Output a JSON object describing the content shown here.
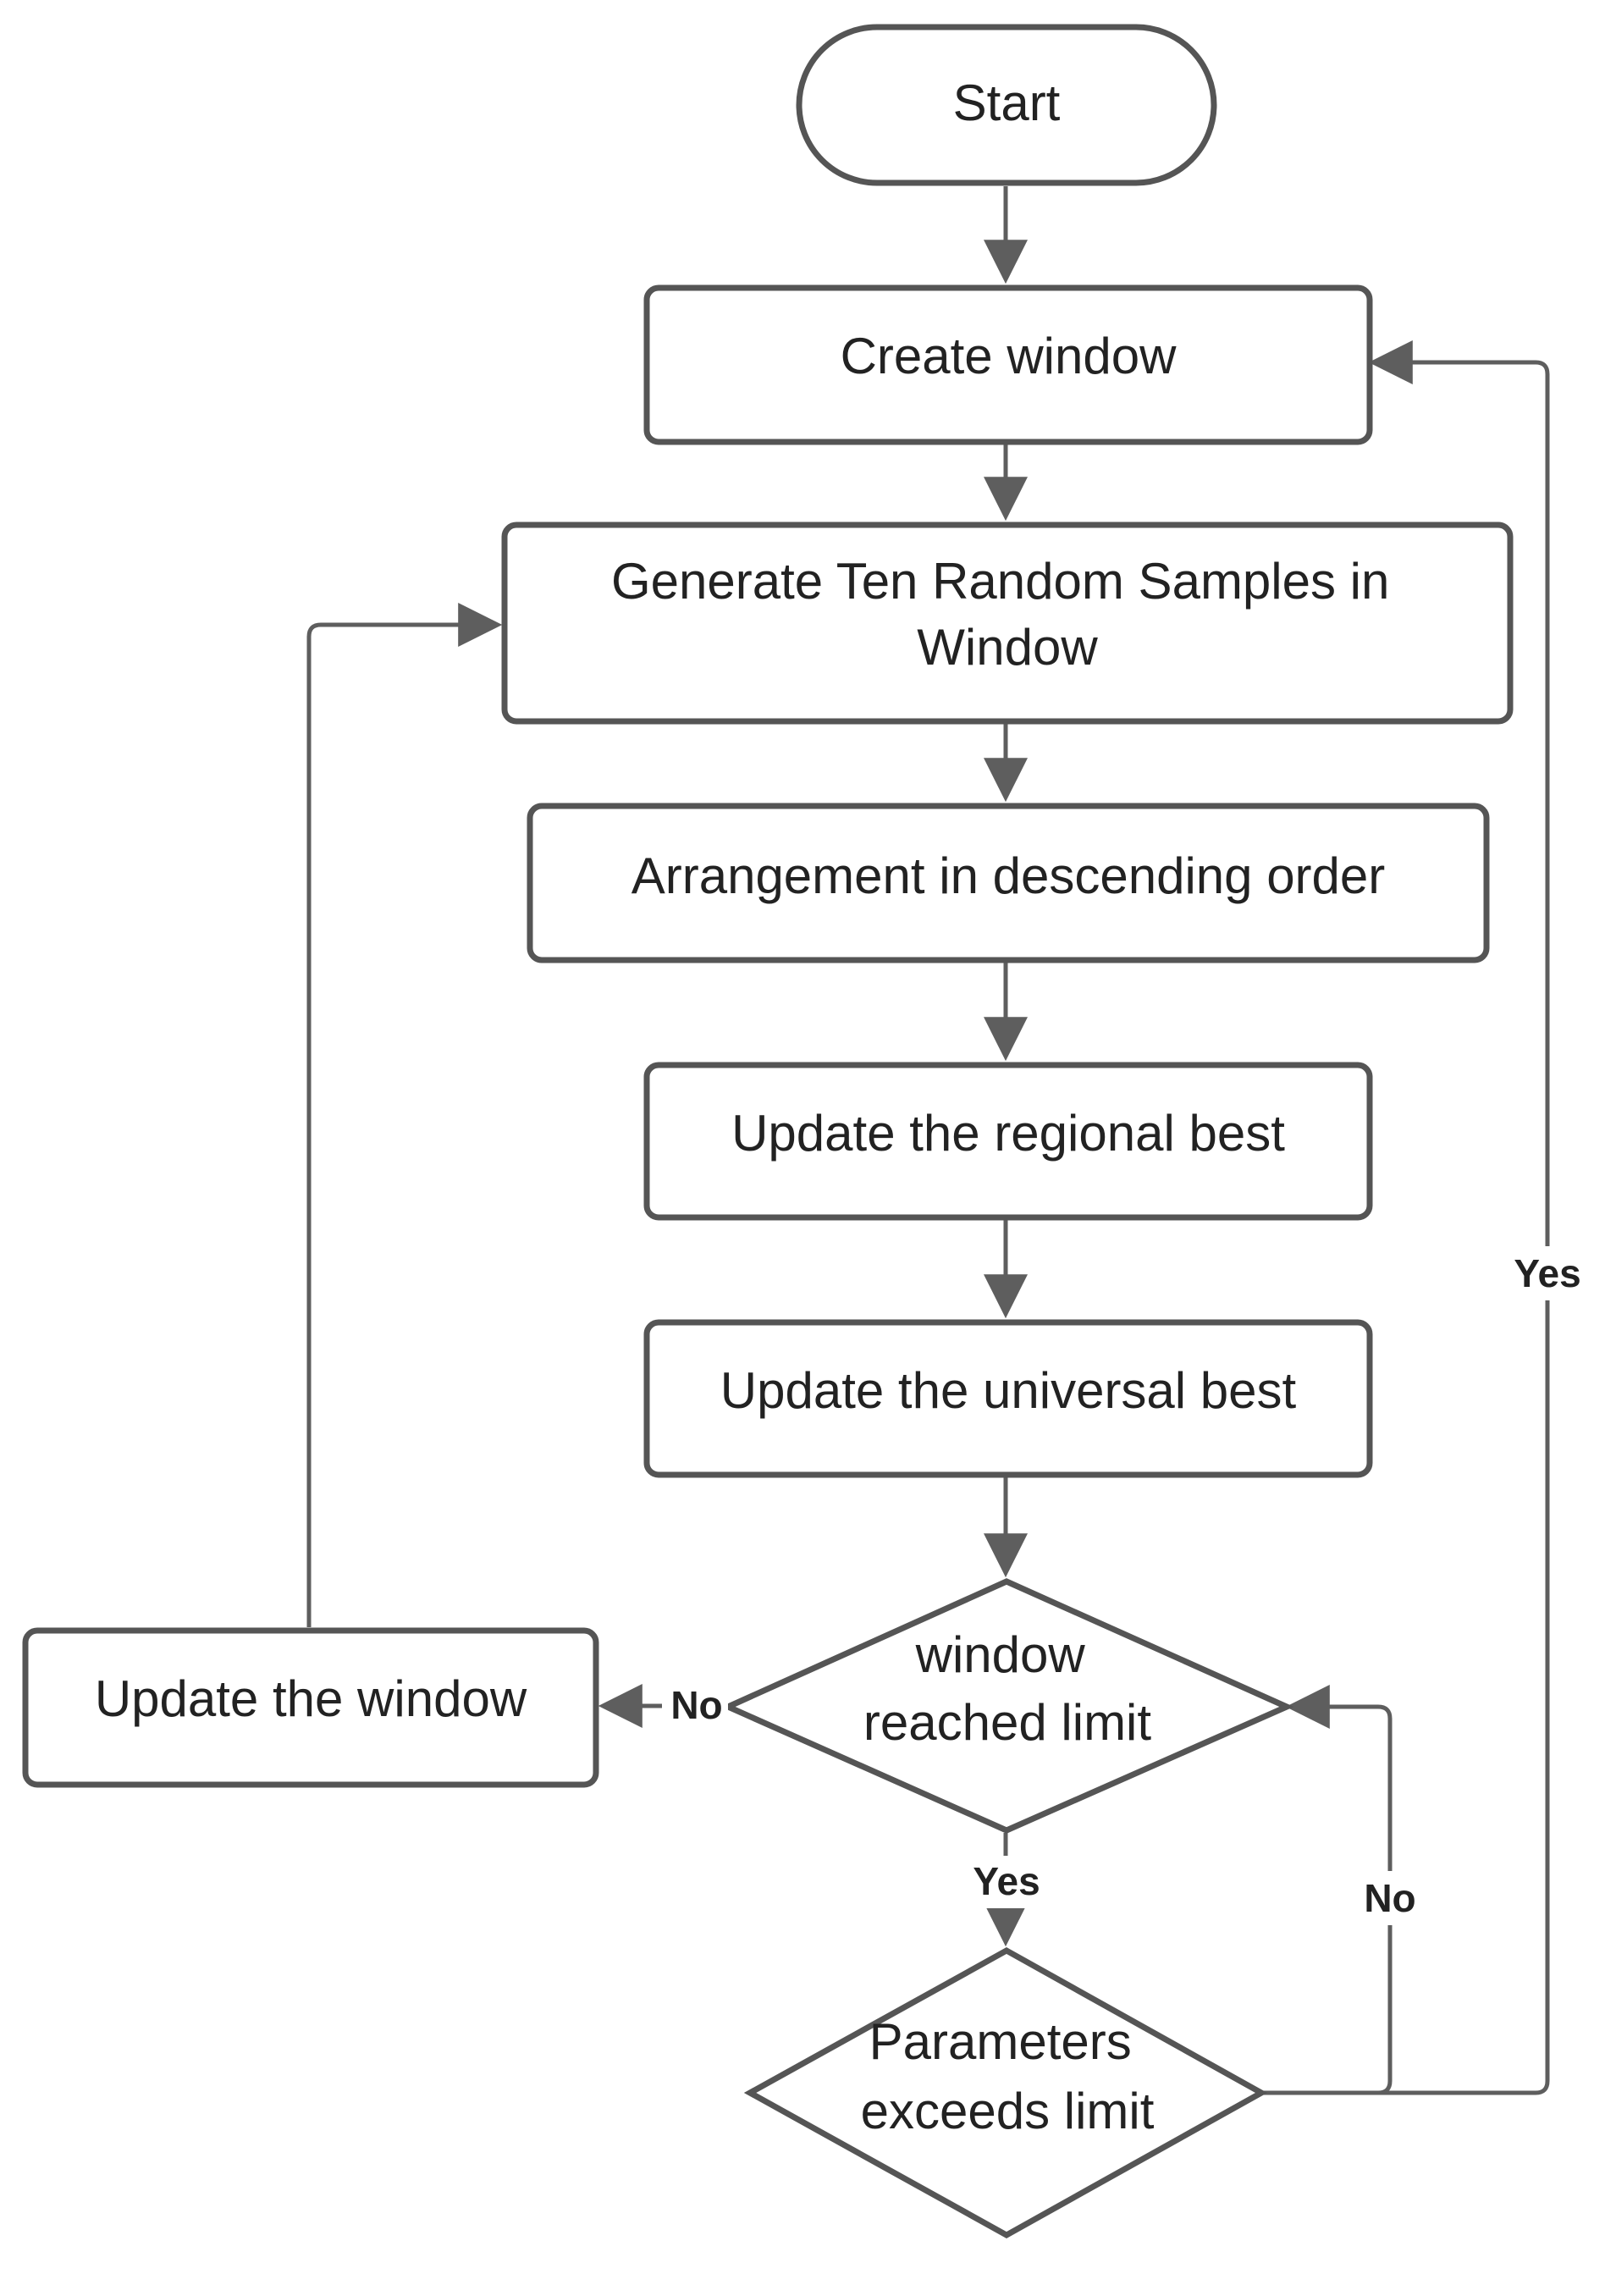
{
  "nodes": {
    "start": {
      "lines": [
        "Start"
      ]
    },
    "create_window": {
      "lines": [
        "Create window"
      ]
    },
    "generate_samples": {
      "lines": [
        "Generate Ten Random Samples in",
        "Window"
      ]
    },
    "arrangement": {
      "lines": [
        "Arrangement in descending order"
      ]
    },
    "update_regional": {
      "lines": [
        "Update the regional best"
      ]
    },
    "update_universal": {
      "lines": [
        "Update the universal best"
      ]
    },
    "window_limit": {
      "lines": [
        "window",
        "reached limit"
      ]
    },
    "update_window": {
      "lines": [
        "Update the window"
      ]
    },
    "params_limit": {
      "lines": [
        "Parameters",
        "exceeds limit"
      ]
    }
  },
  "edge_labels": {
    "window_limit_no": "No",
    "window_limit_yes": "Yes",
    "params_limit_no": "No",
    "params_limit_yes": "Yes"
  },
  "colors": {
    "stroke": "#555555",
    "connector": "#5e5e5e",
    "text": "#222222",
    "background": "#ffffff"
  }
}
